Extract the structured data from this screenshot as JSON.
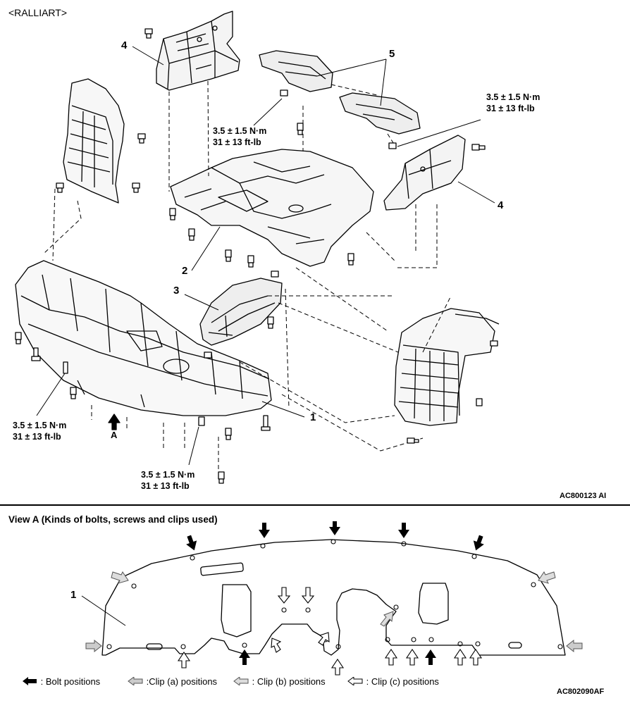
{
  "header": {
    "title": "<RALLIART>"
  },
  "top_figure": {
    "callouts": [
      "4",
      "5",
      "3.5 ± 1.5 N·m",
      "31 ± 13 ft-lb",
      "4",
      "2",
      "3",
      "1",
      "A"
    ],
    "labels": {
      "part_4_top": "4",
      "part_5": "5",
      "part_4_right": "4",
      "part_2": "2",
      "part_3": "3",
      "part_1": "1",
      "view_a": "A"
    },
    "torque": {
      "center_nm": "3.5 ± 1.5 N·m",
      "center_ftlb": "31 ± 13 ft-lb",
      "right_nm": "3.5 ± 1.5 N·m",
      "right_ftlb": "31 ± 13 ft-lb",
      "left_nm": "3.5 ± 1.5 N·m",
      "left_ftlb": "31 ± 13 ft-lb",
      "bottom_nm": "3.5 ± 1.5 N·m",
      "bottom_ftlb": "31 ± 13 ft-lb"
    },
    "figure_code": "AC800123 AI"
  },
  "view_a": {
    "title": "View A (Kinds of bolts, screws and clips used)",
    "part_label": "1",
    "figure_code": "AC802090AF",
    "legend": {
      "bolt": ": Bolt positions",
      "clip_a": ":Clip (a) positions",
      "clip_b": ": Clip (b) positions",
      "clip_c": ": Clip (c) positions"
    }
  },
  "icons": [
    "bolt-arrow-icon",
    "clip-a-arrow-icon",
    "clip-b-arrow-icon",
    "clip-c-arrow-icon"
  ]
}
